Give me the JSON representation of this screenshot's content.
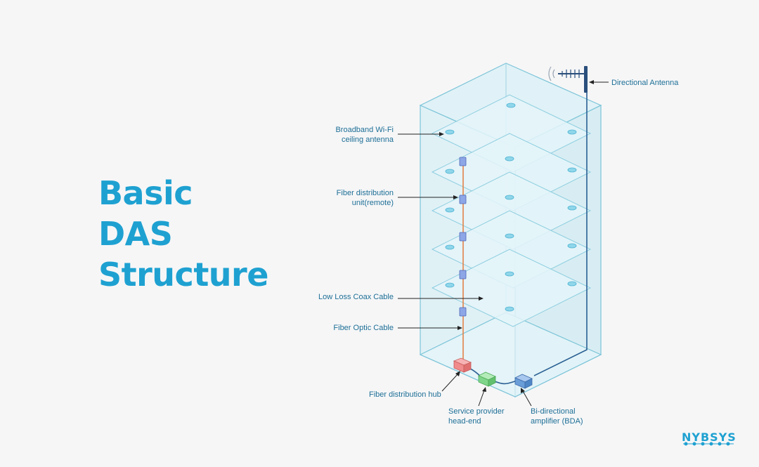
{
  "title": {
    "line1": "Basic",
    "line2": "DAS",
    "line3": "Structure"
  },
  "labels": {
    "directional_antenna": "Directional Antenna",
    "wifi_antenna_line1": "Broadband Wi-Fi",
    "wifi_antenna_line2": "ceiling antenna",
    "fdu_remote_line1": "Fiber distribution",
    "fdu_remote_line2": "unit(remote)",
    "coax": "Low Loss Coax Cable",
    "fiber_optic": "Fiber Optic Cable",
    "fiber_hub": "Fiber distribution hub",
    "head_end_line1": "Service provider",
    "head_end_line2": "head-end",
    "bda_line1": "Bi-directional",
    "bda_line2": "amplifier (BDA)"
  },
  "brand": "NYBSYS",
  "colors": {
    "title": "#1ea1d1",
    "label": "#1d6f96",
    "building_fill": "#d4eef4",
    "building_edge": "#7cc4d8",
    "fiber": "#e2844a",
    "coax": "#2a5f93",
    "hub": "#f08c8c",
    "head_end": "#7fd68a",
    "bda": "#6a9ed8"
  }
}
